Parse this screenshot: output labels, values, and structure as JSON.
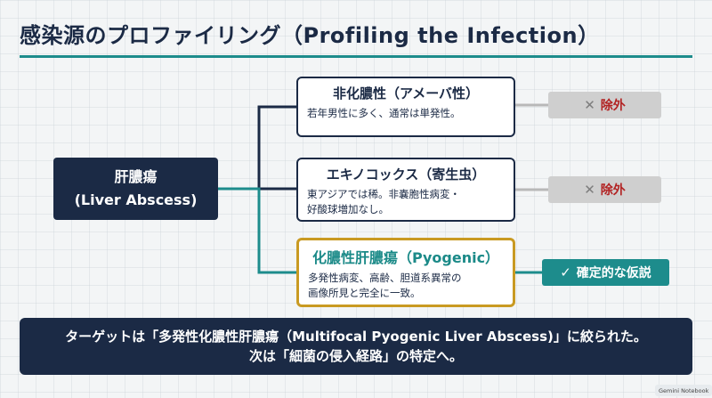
{
  "title": "感染源のプロファイリング（Profiling the Infection）",
  "root": {
    "line1": "肝膿瘍",
    "line2": "(Liver Abscess)"
  },
  "branches": [
    {
      "title": "非化膿性（アメーバ性）",
      "desc": "若年男性に多く、通常は単発性。",
      "verdict": "除外",
      "verdict_icon": "✕"
    },
    {
      "title": "エキノコックス（寄生虫）",
      "desc": "東アジアでは稀。非嚢胞性病変・\n好酸球増加なし。",
      "verdict": "除外",
      "verdict_icon": "✕"
    },
    {
      "title": "化膿性肝膿瘍（Pyogenic）",
      "desc": "多発性病変、高齢、胆道系異常の\n画像所見と完全に一致。",
      "verdict": "確定的な仮説",
      "verdict_icon": "✓"
    }
  ],
  "conclusion": {
    "line1": "ターゲットは「多発性化膿性肝膿瘍（Multifocal Pyogenic Liver Abscess)」に絞られた。",
    "line2": "次は「細菌の侵入経路」の特定へ。"
  },
  "badge": "Gemini Notebook",
  "colors": {
    "navy": "#1b2a45",
    "teal": "#1d8c8c",
    "gold": "#c99a22",
    "excluded_red": "#b22222",
    "excluded_gray": "#cfcfcf"
  }
}
